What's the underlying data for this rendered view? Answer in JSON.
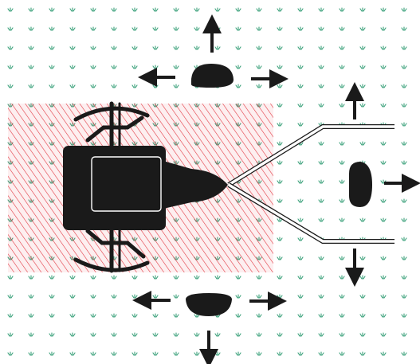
{
  "colors": {
    "background": "#ffffff",
    "grass_tuft": "#3aa07a",
    "danger_zone": "#e0303a",
    "shapes": "#1a1a1a",
    "outline": "#ffffff"
  },
  "icons": {
    "danger_zone": "red-hatched-zone-icon",
    "tractor": "tractor-top-view-icon",
    "drawbar": "drawbar-v-hitch-icon",
    "implement": "trailing-implement-frame-icon",
    "person": "person-top-view-icon",
    "arrow": "direction-arrow-icon"
  },
  "figures": {
    "person_top": {
      "icon": "person-top-view-icon",
      "arrows": [
        "up",
        "left",
        "right"
      ]
    },
    "person_right": {
      "icon": "person-top-view-icon",
      "arrows": [
        "up",
        "down",
        "right"
      ]
    },
    "person_bottom": {
      "icon": "person-top-view-icon",
      "arrows": [
        "left",
        "right",
        "down"
      ]
    }
  }
}
